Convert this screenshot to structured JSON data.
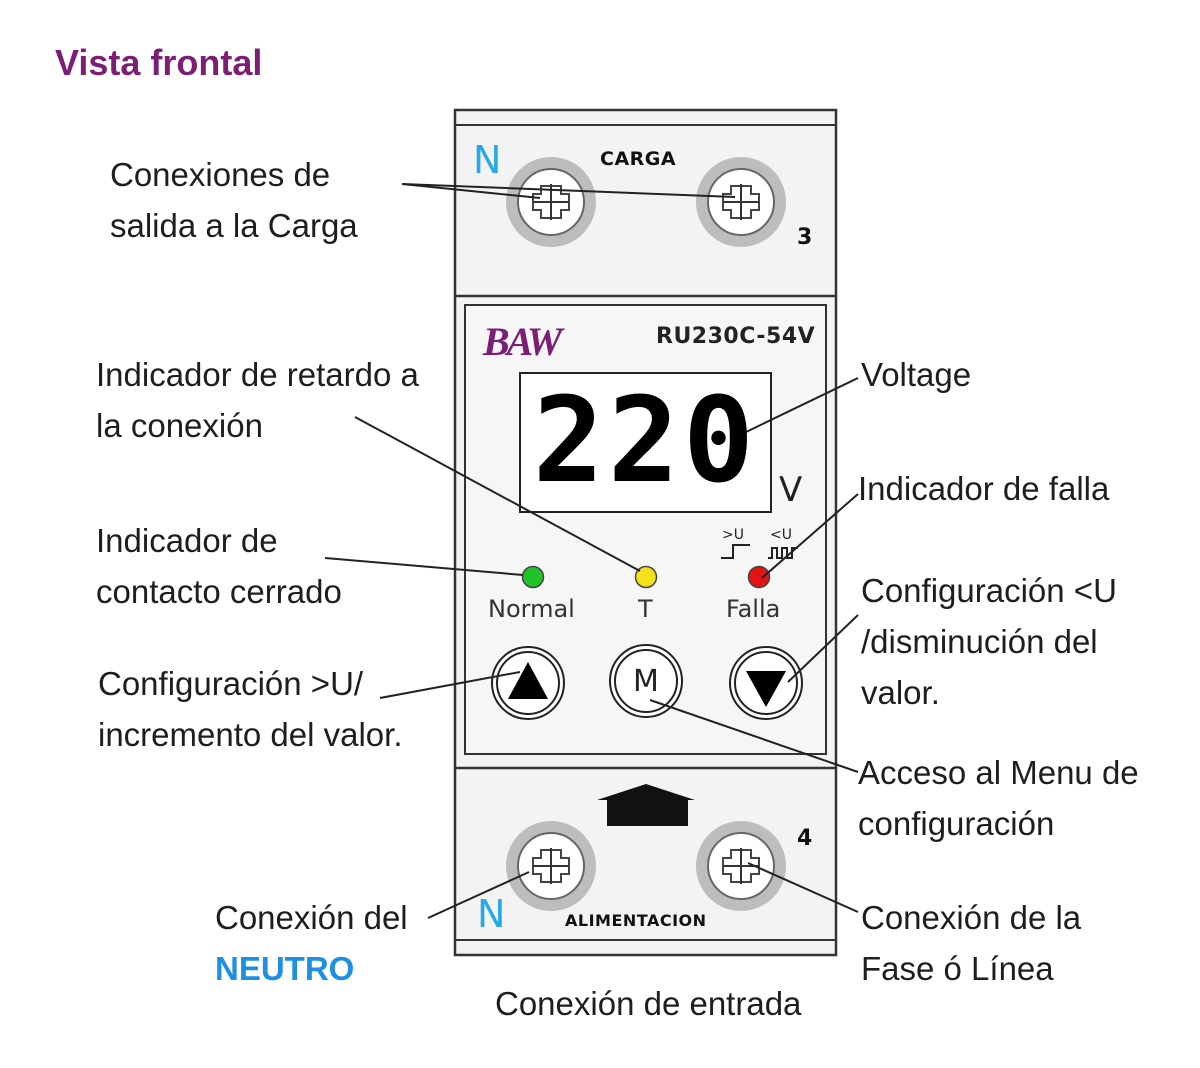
{
  "title": "Vista frontal",
  "device": {
    "top_terminal_label": "CARGA",
    "bottom_terminal_label": "ALIMENTACION",
    "neutral_mark": "N",
    "terminal_number_top": "3",
    "terminal_number_bottom": "4",
    "brand": "BAW",
    "model": "RU230C-54V",
    "display_value": "220",
    "display_unit": "V",
    "mode_over": ">U",
    "mode_under": "<U",
    "leds": [
      {
        "caption": "Normal",
        "color": "#22c22a"
      },
      {
        "caption": "T",
        "color": "#f2e21c"
      },
      {
        "caption": "Falla",
        "color": "#e21414"
      }
    ],
    "buttons": {
      "up_icon": "triangle-up-icon",
      "menu_label": "M",
      "down_icon": "triangle-down-icon"
    }
  },
  "annotations": {
    "output_connections": [
      "Conexiones de",
      "salida a la Carga"
    ],
    "delay_indicator": [
      "Indicador de retardo a",
      "la conexión"
    ],
    "voltage": [
      "Voltage"
    ],
    "fault_indicator": [
      "Indicador de falla"
    ],
    "closed_contact": [
      "Indicador de",
      "contacto cerrado"
    ],
    "config_under": [
      "Configuración <U",
      "/disminución del",
      "valor."
    ],
    "config_over": [
      "Configuración >U/",
      "incremento del valor."
    ],
    "menu_access": [
      "Acceso al Menu de",
      "configuración"
    ],
    "neutral_connection": [
      "Conexión del",
      "NEUTRO"
    ],
    "phase_connection": [
      "Conexión de la",
      "Fase ó Línea"
    ]
  },
  "footer_caption": "Conexión de entrada"
}
